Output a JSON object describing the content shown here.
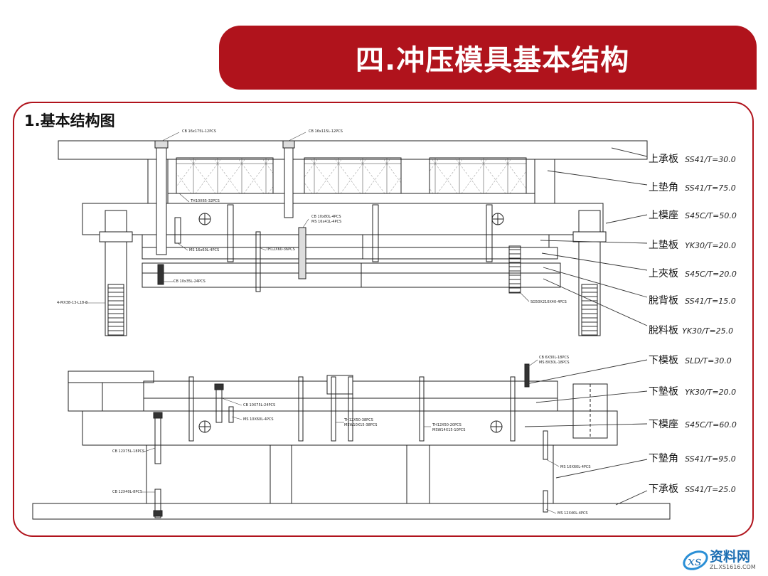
{
  "page": {
    "title": "四.冲压模具基本结构",
    "subtitle": "1.基本结构图",
    "accent_color": "#b0131c"
  },
  "plate_labels": [
    {
      "name": "上承板",
      "spec": "SS41/T=30.0"
    },
    {
      "name": "上垫角",
      "spec": "SS41/T=75.0"
    },
    {
      "name": "上模座",
      "spec": "S45C/T=50.0"
    },
    {
      "name": "上垫板",
      "spec": "YK30/T=20.0"
    },
    {
      "name": "上夾板",
      "spec": "S45C/T=20.0"
    },
    {
      "name": "脫背板",
      "spec": "SS41/T=15.0"
    },
    {
      "name": "脫料板",
      "spec": "YK30/T=25.0"
    },
    {
      "name": "下模板",
      "spec": "SLD/T=30.0"
    },
    {
      "name": "下墊板",
      "spec": "YK30/T=20.0"
    },
    {
      "name": "下模座",
      "spec": "S45C/T=60.0"
    },
    {
      "name": "下墊角",
      "spec": "SS41/T=95.0"
    },
    {
      "name": "下承板",
      "spec": "SS41/T=25.0"
    }
  ],
  "part_notes": [
    "CB 16x175L-12PCS",
    "CB 16x115L-12PCS",
    "TH10X65-32PCS",
    "MS 16x60L-4PCS",
    "TH12X60-36PCS",
    "CB 10x80L-4PCS",
    "MS 16x41L-4PCS",
    "CB 10x35L-24PCS",
    "4-MX38-13-L18-8",
    "SG50X210X40-4PCS",
    "CB 6X30L-18PCS",
    "MS 8X30L-18PCS",
    "CB 10X75L-24PCS",
    "MS 10X60L-4PCS",
    "TH12X50-38PCS",
    "MSW10X15-38PCS",
    "TH12X50-20PCS",
    "MSW14X15-10PCS",
    "CB 12X75L-18PCS",
    "CB 12X40L-8PCS",
    "MS 10X60L-4PCS",
    "MS 12X40L-4PCS"
  ],
  "watermark": {
    "brand": "资料网",
    "url": "ZL.XS1616.COM"
  }
}
